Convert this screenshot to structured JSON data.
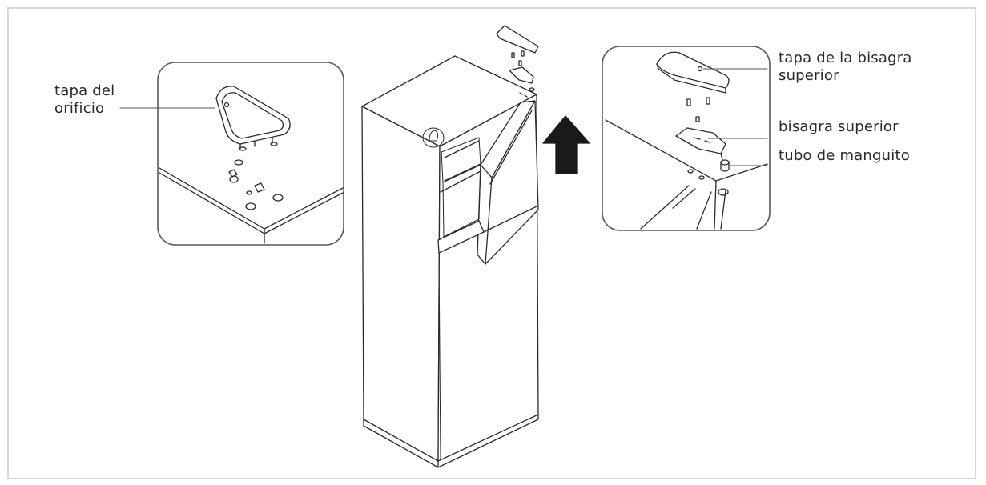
{
  "labels": {
    "hole_cap": [
      "tapa del",
      "orificio"
    ],
    "top_hinge_cover": [
      "tapa de la bisagra",
      "superior"
    ],
    "top_hinge": "bisagra superior",
    "sleeve_tube": "tubo de manguito"
  },
  "colors": {
    "stroke": "#2a2a2a",
    "fill": "#ffffff",
    "arrow": "#1a1a1a",
    "frame": "#d7d7d7"
  }
}
